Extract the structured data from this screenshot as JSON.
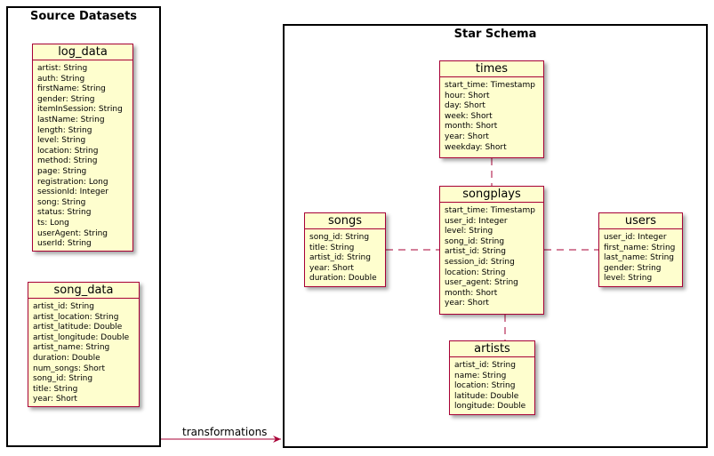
{
  "packages": {
    "source": {
      "title": "Source Datasets"
    },
    "star": {
      "title": "Star Schema"
    }
  },
  "entities": {
    "log_data": {
      "title": "log_data",
      "fields": [
        "artist: String",
        "auth: String",
        "firstName: String",
        "gender: String",
        "itemInSession: String",
        "lastName: String",
        "length: String",
        "level: String",
        "location: String",
        "method: String",
        "page: String",
        "registration: Long",
        "sessionId: Integer",
        "song: String",
        "status: String",
        "ts: Long",
        "userAgent: String",
        "userId: String"
      ]
    },
    "song_data": {
      "title": "song_data",
      "fields": [
        "artist_id: String",
        "artist_location: String",
        "artist_latitude: Double",
        "artist_longitude: Double",
        "artist_name: String",
        "duration: Double",
        "num_songs: Short",
        "song_id: String",
        "title: String",
        "year: Short"
      ]
    },
    "times": {
      "title": "times",
      "fields": [
        "start_time: Timestamp",
        "hour: Short",
        "day: Short",
        "week: Short",
        "month: Short",
        "year: Short",
        "weekday: Short"
      ]
    },
    "songplays": {
      "title": "songplays",
      "fields": [
        "start_time: Timestamp",
        "user_id: Integer",
        "level: String",
        "song_id: String",
        "artist_id: String",
        "session_id: String",
        "location: String",
        "user_agent: String",
        "month: Short",
        "year: Short"
      ]
    },
    "songs": {
      "title": "songs",
      "fields": [
        "song_id: String",
        "title: String",
        "artist_id: String",
        "year: Short",
        "duration: Double"
      ]
    },
    "users": {
      "title": "users",
      "fields": [
        "user_id: Integer",
        "first_name: String",
        "last_name: String",
        "gender: String",
        "level: String"
      ]
    },
    "artists": {
      "title": "artists",
      "fields": [
        "artist_id: String",
        "name: String",
        "location: String",
        "latitude: Double",
        "longitude: Double"
      ]
    }
  },
  "edges": {
    "transform_label": "transformations"
  },
  "colors": {
    "entity_fill": "#fefece",
    "entity_border": "#a80036",
    "arrow": "#a80036"
  }
}
